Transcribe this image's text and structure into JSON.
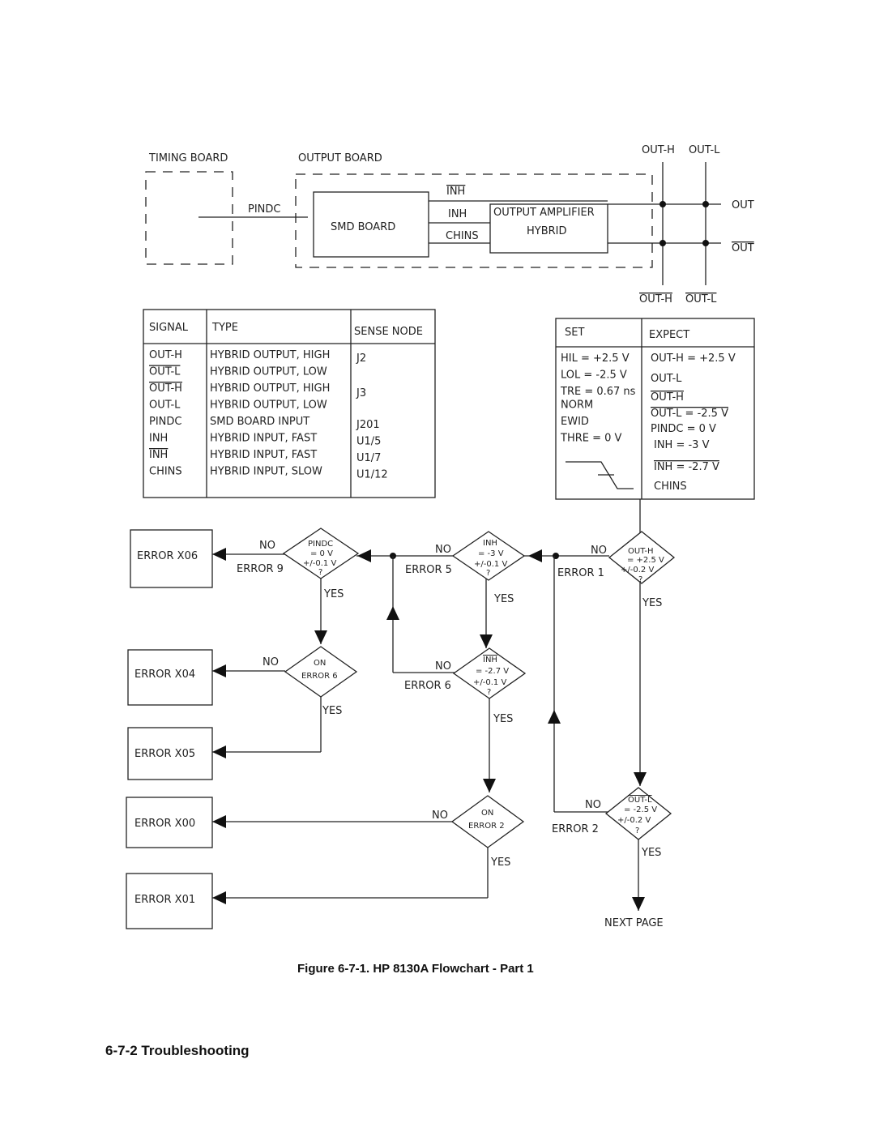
{
  "block_diagram": {
    "timing_board": "TIMING BOARD",
    "output_board": "OUTPUT BOARD",
    "pindc": "PINDC",
    "smd_board": "SMD BOARD",
    "inh_bar": "INH",
    "inh": "INH",
    "chins": "CHINS",
    "amp_line1": "OUTPUT AMPLIFIER",
    "amp_line2": "HYBRID",
    "out_h": "OUT-H",
    "out_l": "OUT-L",
    "out": "OUT",
    "out_bar": "OUT",
    "out_h_bar": "OUT-H",
    "out_l_bar": "OUT-L"
  },
  "signal_table": {
    "headers": [
      "SIGNAL",
      "TYPE",
      "SENSE NODE"
    ],
    "rows": [
      {
        "signal": "OUT-H",
        "type": "HYBRID OUTPUT, HIGH",
        "node": "J2"
      },
      {
        "signal": "OUT-L",
        "type": "HYBRID OUTPUT, LOW",
        "node": ""
      },
      {
        "signal": "OUT-H",
        "type": "HYBRID OUTPUT, HIGH",
        "node": "J3"
      },
      {
        "signal": "OUT-L",
        "type": "HYBRID OUTPUT, LOW",
        "node": ""
      },
      {
        "signal": "PINDC",
        "type": "SMD BOARD INPUT",
        "node": "J201"
      },
      {
        "signal": "INH",
        "type": "HYBRID INPUT, FAST",
        "node": "U1/5"
      },
      {
        "signal": "INH",
        "type": "HYBRID INPUT, FAST",
        "node": "U1/7"
      },
      {
        "signal": "CHINS",
        "type": "HYBRID INPUT, SLOW",
        "node": "U1/12"
      }
    ]
  },
  "set_table": {
    "headers": [
      "SET",
      "EXPECT"
    ],
    "set": [
      "HIL = +2.5 V",
      "LOL = -2.5 V",
      "TRE = 0.67 ns",
      "NORM",
      "EWID",
      "THRE = 0 V"
    ],
    "expect": [
      "OUT-H = +2.5 V",
      "OUT-L",
      "OUT-H",
      "OUT-L = -2.5 V",
      "PINDC = 0 V",
      "INH = -3 V",
      "INH = -2.7 V",
      "CHINS"
    ]
  },
  "flowchart": {
    "boxes": [
      "ERROR X06",
      "ERROR X04",
      "ERROR X05",
      "ERROR X00",
      "ERROR X01"
    ],
    "d_pindc": [
      "PINDC",
      "= 0 V",
      "+/-0.1 V",
      "?"
    ],
    "d_inh": [
      "INH",
      "= -3 V",
      "+/-0.1 V",
      "?"
    ],
    "d_outh": [
      "OUT-H",
      "= +2.5 V",
      "+/-0.2 V",
      "?"
    ],
    "d_on6": [
      "ON",
      "ERROR 6"
    ],
    "d_inhbar": [
      "INH",
      "= -2.7 V",
      "+/-0.1 V",
      "?"
    ],
    "d_on2": [
      "ON",
      "ERROR 2"
    ],
    "d_outl": [
      "OUT-L",
      "= -2.5 V",
      "+/-0.2 V",
      "?"
    ],
    "no": "NO",
    "yes": "YES",
    "err9": "ERROR 9",
    "err5": "ERROR 5",
    "err1": "ERROR 1",
    "err6": "ERROR 6",
    "err2": "ERROR 2",
    "next_page": "NEXT PAGE"
  },
  "caption": "Figure 6-7-1. HP 8130A Flowchart - Part 1",
  "footer": "6-7-2   Troubleshooting"
}
